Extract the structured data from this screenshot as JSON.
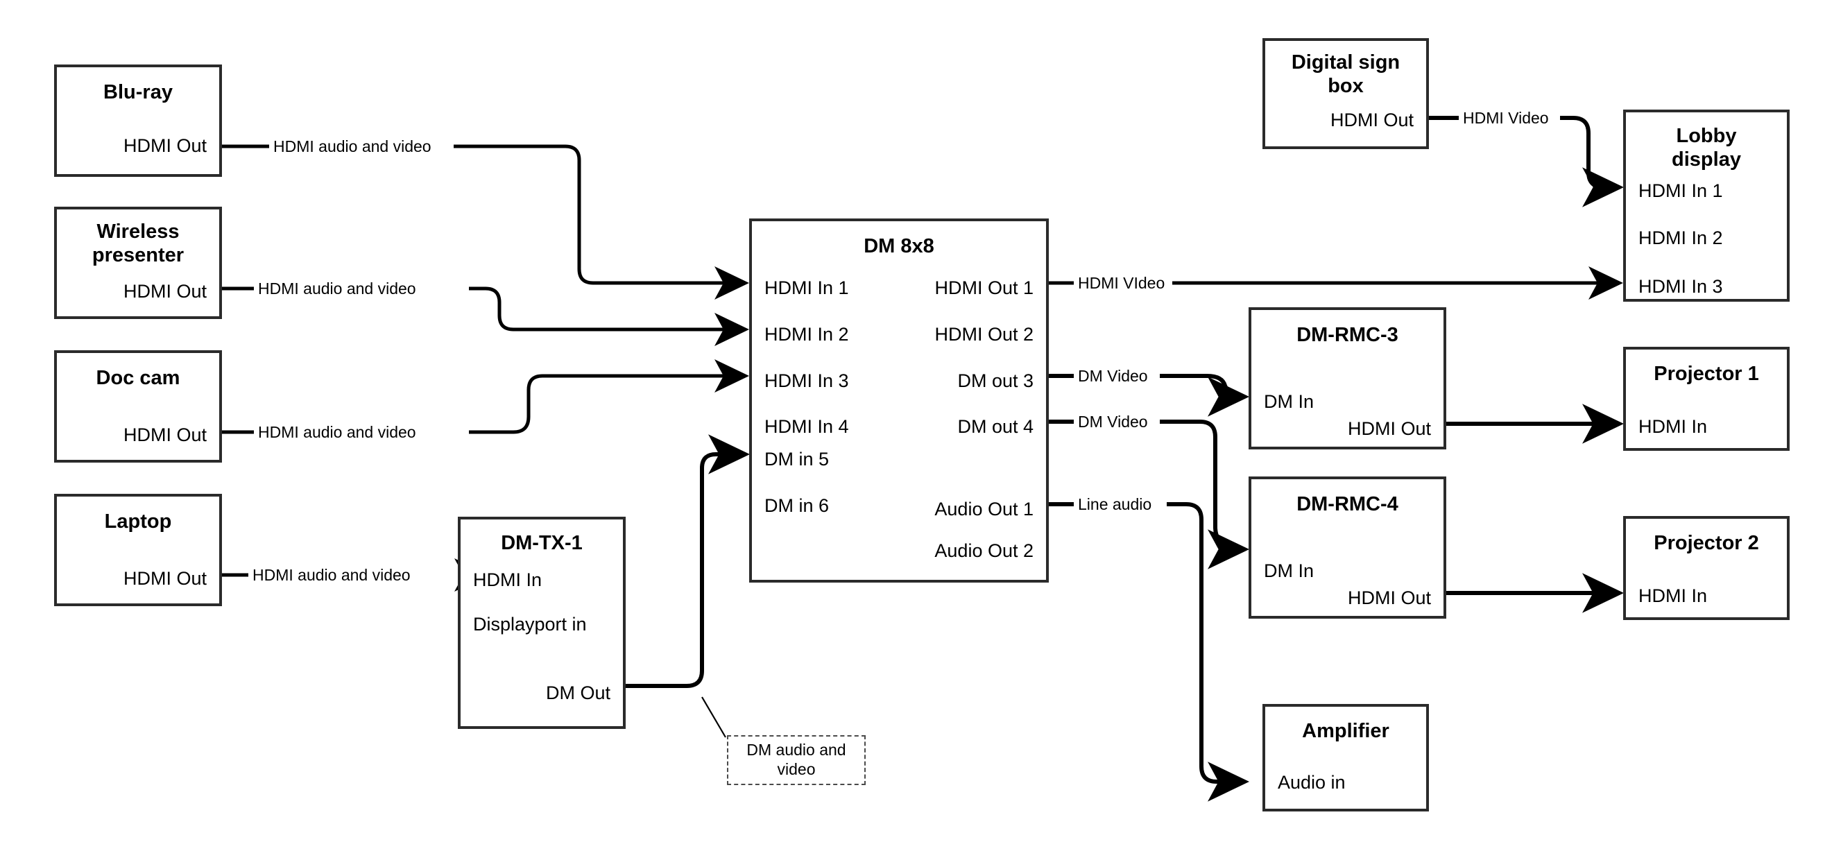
{
  "diagram": {
    "title": "AV signal routing diagram",
    "colors": {
      "stroke": "#2b2b2b",
      "wire": "#000000",
      "background": "#ffffff",
      "callout_border": "#4a4a4a"
    }
  },
  "nodes": [
    {
      "id": "bluray",
      "title": "Blu-ray",
      "ports_right": [
        "HDMI Out"
      ],
      "ports_left": []
    },
    {
      "id": "wireless-presenter",
      "title": "Wireless\npresenter",
      "ports_right": [
        "HDMI Out"
      ],
      "ports_left": []
    },
    {
      "id": "doc-cam",
      "title": "Doc cam",
      "ports_right": [
        "HDMI Out"
      ],
      "ports_left": []
    },
    {
      "id": "laptop",
      "title": "Laptop",
      "ports_right": [
        "HDMI Out"
      ],
      "ports_left": []
    },
    {
      "id": "dm-tx-1",
      "title": "DM-TX-1",
      "ports_left": [
        "HDMI In",
        "Displayport in"
      ],
      "ports_right": [
        "DM Out"
      ]
    },
    {
      "id": "dm-8x8",
      "title": "DM 8x8",
      "ports_left": [
        "HDMI In 1",
        "HDMI In 2",
        "HDMI In 3",
        "HDMI In 4",
        "DM in 5",
        "DM in 6"
      ],
      "ports_right": [
        "HDMI Out 1",
        "HDMI Out 2",
        "DM out 3",
        "DM out 4",
        "Audio Out 1",
        "Audio Out 2"
      ]
    },
    {
      "id": "digital-sign-box",
      "title": "Digital sign\nbox",
      "ports_left": [],
      "ports_right": [
        "HDMI Out"
      ]
    },
    {
      "id": "lobby-display",
      "title": "Lobby\ndisplay",
      "ports_left": [
        "HDMI In 1",
        "HDMI In 2",
        "HDMI In 3"
      ],
      "ports_right": []
    },
    {
      "id": "dm-rmc-3",
      "title": "DM-RMC-3",
      "ports_left": [
        "DM In"
      ],
      "ports_right": [
        "HDMI Out"
      ]
    },
    {
      "id": "dm-rmc-4",
      "title": "DM-RMC-4",
      "ports_left": [
        "DM In"
      ],
      "ports_right": [
        "HDMI Out"
      ]
    },
    {
      "id": "projector-1",
      "title": "Projector 1",
      "ports_left": [
        "HDMI In"
      ],
      "ports_right": []
    },
    {
      "id": "projector-2",
      "title": "Projector 2",
      "ports_left": [
        "HDMI In"
      ],
      "ports_right": []
    },
    {
      "id": "amplifier",
      "title": "Amplifier",
      "ports_left": [
        "Audio in"
      ],
      "ports_right": []
    }
  ],
  "labels": {
    "bluray_to_dm": "HDMI audio and video",
    "wireless_to_dm": "HDMI audio and video",
    "doccam_to_dm": "HDMI audio and video",
    "laptop_to_tx": "HDMI audio and video",
    "txout_callout": "DM audio and video",
    "sign_to_lobby": "HDMI Video",
    "dm_out1_to_lobby": "HDMI VIdeo",
    "dm_out3_to_rmc3": "DM Video",
    "dm_out4_to_rmc4": "DM Video",
    "dm_audio1_to_amp": "Line audio"
  },
  "node_titles": {
    "bluray": "Blu-ray",
    "wireless_presenter_line1": "Wireless",
    "wireless_presenter_line2": "presenter",
    "doc_cam": "Doc cam",
    "laptop": "Laptop",
    "dm_tx_1": "DM-TX-1",
    "dm_8x8": "DM 8x8",
    "digital_sign_line1": "Digital sign",
    "digital_sign_line2": "box",
    "lobby_line1": "Lobby",
    "lobby_line2": "display",
    "dm_rmc_3": "DM-RMC-3",
    "dm_rmc_4": "DM-RMC-4",
    "projector_1": "Projector 1",
    "projector_2": "Projector 2",
    "amplifier": "Amplifier"
  },
  "ports": {
    "hdmi_out": "HDMI Out",
    "hdmi_in": "HDMI In",
    "displayport_in": "Displayport in",
    "dm_out": "DM Out",
    "dm_in": "DM In",
    "audio_in": "Audio in",
    "dm8x8_in": [
      "HDMI In 1",
      "HDMI In 2",
      "HDMI In 3",
      "HDMI In 4",
      "DM in 5",
      "DM in 6"
    ],
    "dm8x8_out": [
      "HDMI Out 1",
      "HDMI Out 2",
      "DM out 3",
      "DM out 4",
      "Audio Out 1",
      "Audio Out 2"
    ],
    "lobby_in": [
      "HDMI In 1",
      "HDMI In 2",
      "HDMI In 3"
    ]
  }
}
